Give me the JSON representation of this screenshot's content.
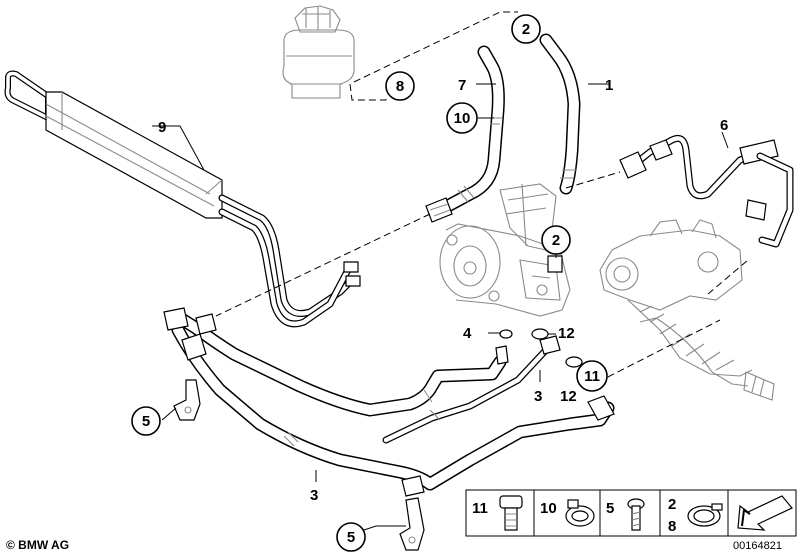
{
  "callouts": {
    "c1": "1",
    "c2a": "2",
    "c2b": "2",
    "c3a": "3",
    "c3b": "3",
    "c4": "4",
    "c5a": "5",
    "c5b": "5",
    "c6": "6",
    "c7": "7",
    "c8": "8",
    "c9": "9",
    "c10": "10",
    "c11": "11",
    "c12a": "12",
    "c12b": "12"
  },
  "legend": {
    "items": [
      "11",
      "10",
      "5",
      "2",
      "8"
    ]
  },
  "footer": {
    "copyright": "© BMW AG",
    "diagram_id": "00164821"
  }
}
